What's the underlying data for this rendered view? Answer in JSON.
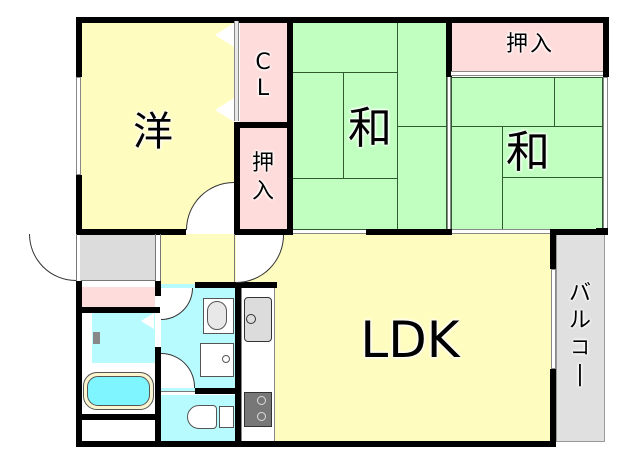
{
  "floor_plan": {
    "colors": {
      "western_room": "#fffcbf",
      "japanese_room": "#c0ffc0",
      "storage": "#ffdcdc",
      "wet_area": "#b8fbff",
      "bathtub": "#7ff6ff",
      "entrance": "#dcdcdc",
      "balcony": "#e0e0e0",
      "wall": "#000000"
    },
    "rooms": {
      "western": {
        "label": "洋"
      },
      "closet": {
        "label_line1": "C",
        "label_line2": "L"
      },
      "oshiire_left": {
        "label_line1": "押",
        "label_line2": "入"
      },
      "washitsu_center": {
        "label": "和"
      },
      "oshiire_top_right": {
        "label": "押入"
      },
      "washitsu_right": {
        "label": "和"
      },
      "ldk": {
        "label": "LDK"
      },
      "balcony": {
        "label_chars": [
          "バ",
          "ル",
          "コ",
          "ー"
        ]
      }
    }
  }
}
